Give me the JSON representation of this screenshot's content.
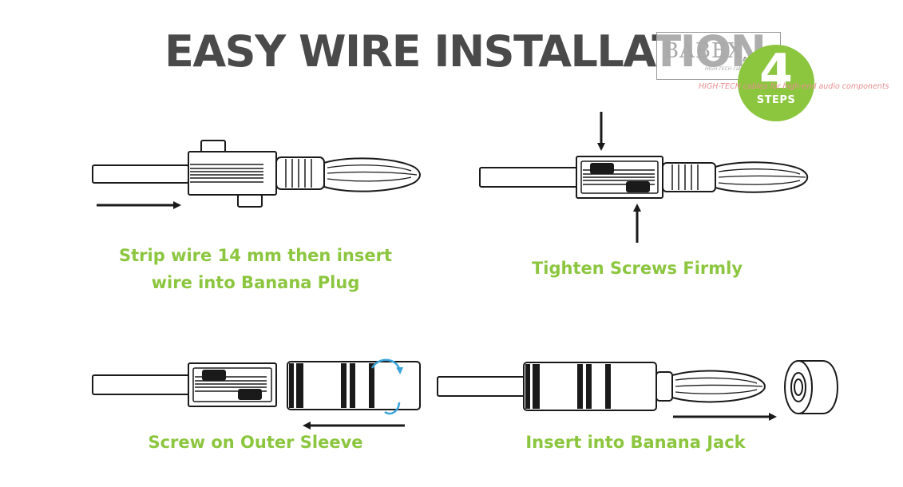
{
  "title": "EASY WIRE INSTALLATION",
  "badge": {
    "number": "4",
    "label": "STEPS",
    "color": "#8cc63f"
  },
  "watermark": {
    "brand": "BABEX",
    "audio": "AUDIO",
    "subline": "HIGH-TECH cables",
    "tagline": "HIGH-TECH cables for high-end audio components"
  },
  "steps": [
    {
      "line1": "Strip wire 14 mm then insert",
      "line2": "wire into Banana Plug"
    },
    {
      "line1": "Tighten Screws Firmly"
    },
    {
      "line1": "Screw on Outer Sleeve"
    },
    {
      "line1": "Insert into Banana Jack"
    }
  ],
  "colors": {
    "caption": "#8cc63f",
    "title": "#4a4a4a",
    "rotate_arrow": "#3aa3dc",
    "line": "#1a1a1a"
  }
}
